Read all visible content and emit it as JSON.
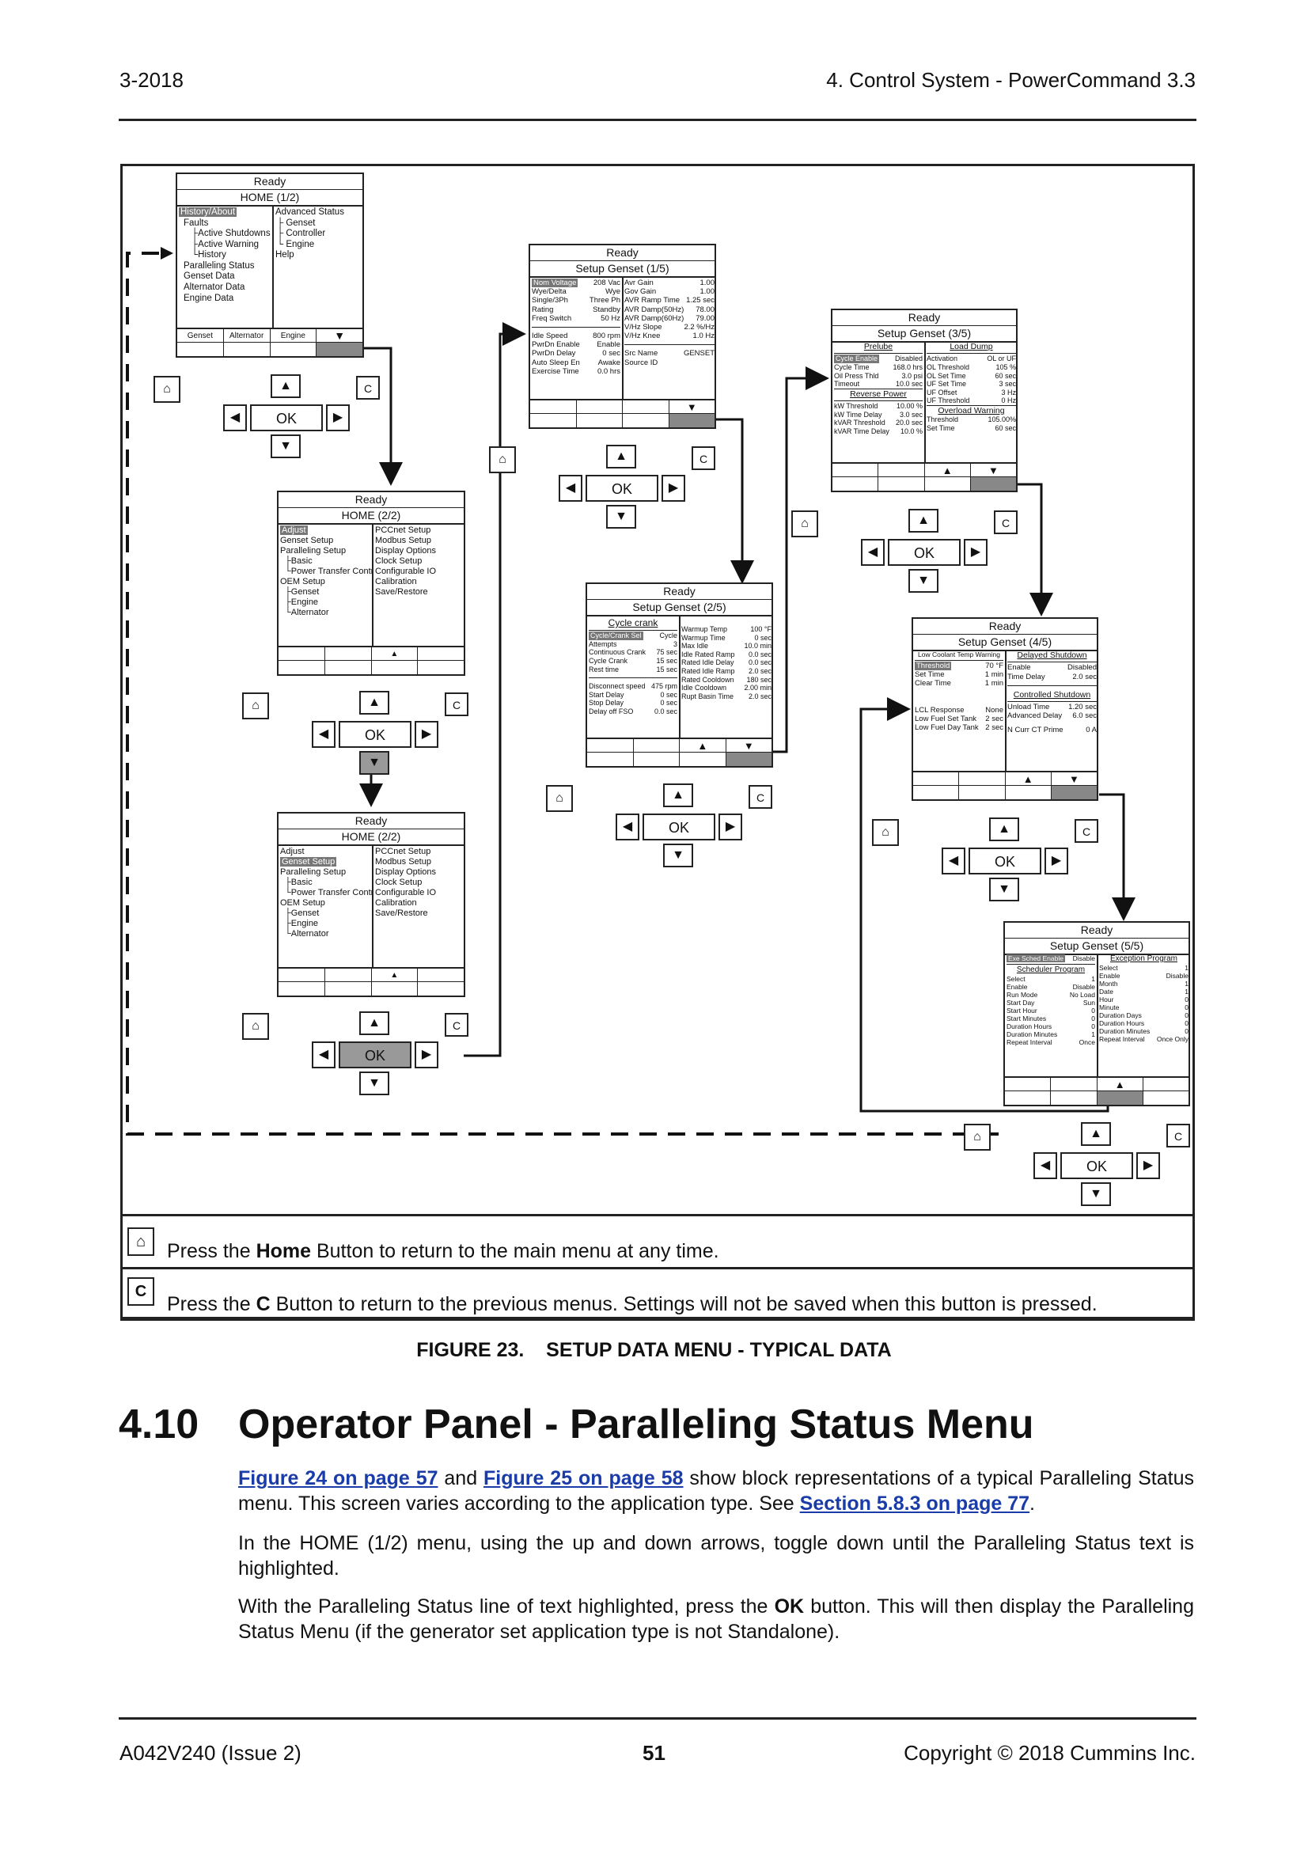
{
  "header": {
    "left": "3-2018",
    "right": "4. Control System - PowerCommand 3.3"
  },
  "panels": {
    "home1": {
      "status": "Ready",
      "title": "HOME (1/2)",
      "left": [
        "History/About",
        "Faults",
        "Active Shutdowns",
        "Active Warning",
        "History",
        "Paralleling Status",
        "Genset Data",
        "Alternator Data",
        "Engine Data"
      ],
      "right": [
        "Advanced Status",
        "Genset",
        "Controller",
        "Engine",
        "Help"
      ],
      "softkeys": [
        "Genset",
        "Alternator",
        "Engine",
        "▼"
      ]
    },
    "home2a": {
      "status": "Ready",
      "title": "HOME (2/2)",
      "left": [
        "Adjust",
        "Genset Setup",
        "Paralleling Setup",
        "Basic",
        "Power Transfer Control",
        "OEM Setup",
        "Genset",
        "Engine",
        "Alternator"
      ],
      "right": [
        "PCCnet Setup",
        "Modbus Setup",
        "Display Options",
        "Clock Setup",
        "Configurable IO",
        "Calibration",
        "Save/Restore"
      ],
      "softkeys": [
        "",
        "",
        "▲",
        ""
      ]
    },
    "home2b": {
      "status": "Ready",
      "title": "HOME (2/2)",
      "left": [
        "Adjust",
        "Genset Setup",
        "Paralleling Setup",
        "Basic",
        "Power Transfer Control",
        "OEM Setup",
        "Genset",
        "Engine",
        "Alternator"
      ],
      "right": [
        "PCCnet Setup",
        "Modbus Setup",
        "Display Options",
        "Clock Setup",
        "Configurable IO",
        "Calibration",
        "Save/Restore"
      ],
      "softkeys": [
        "",
        "",
        "▲",
        ""
      ]
    },
    "setup1": {
      "status": "Ready",
      "title": "Setup Genset (1/5)",
      "left": [
        [
          "Nom Voltage",
          "208 Vac"
        ],
        [
          "Wye/Delta",
          "Wye"
        ],
        [
          "Single/3Ph",
          "Three Ph"
        ],
        [
          "Rating",
          "Standby"
        ],
        [
          "Freq Switch",
          "50 Hz"
        ],
        [
          "Idle Speed",
          "800 rpm"
        ],
        [
          "PwrDn Enable",
          "Enable"
        ],
        [
          "PwrDn Delay",
          "0 sec"
        ],
        [
          "Auto Sleep En",
          "Awake"
        ],
        [
          "Exercise Time",
          "0.0 hrs"
        ]
      ],
      "right": [
        [
          "Avr Gain",
          "1.00"
        ],
        [
          "Gov Gain",
          "1.00"
        ],
        [
          "AVR Ramp Time",
          "1.25 sec"
        ],
        [
          "AVR Damp(50Hz)",
          "78.00"
        ],
        [
          "AVR Damp(60Hz)",
          "79.00"
        ],
        [
          "V/Hz Slope",
          "2.2 %/Hz"
        ],
        [
          "V/Hz Knee",
          "1.0 Hz"
        ],
        [
          "Src Name",
          "GENSET"
        ],
        [
          "Source ID",
          ""
        ]
      ],
      "softkeys": [
        "",
        "",
        "",
        "▼"
      ]
    },
    "setup2": {
      "status": "Ready",
      "title": "Setup Genset (2/5)",
      "sub": "Cycle crank",
      "left": [
        [
          "Cycle/Crank Sel",
          "Cycle"
        ],
        [
          "Attempts",
          "3"
        ],
        [
          "Continuous Crank",
          "75 sec"
        ],
        [
          "Cycle Crank",
          "15 sec"
        ],
        [
          "Rest time",
          "15 sec"
        ],
        [
          "Disconnect speed",
          "475 rpm"
        ],
        [
          "Start Delay",
          "0 sec"
        ],
        [
          "Stop Delay",
          "0 sec"
        ],
        [
          "Delay off FSO",
          "0.0 sec"
        ]
      ],
      "right": [
        [
          "Warmup Temp",
          "100 °F"
        ],
        [
          "Warmup Time",
          "0 sec"
        ],
        [
          "Max Idle",
          "10.0 min"
        ],
        [
          "Idle Rated Ramp",
          "0.0 sec"
        ],
        [
          "Rated Idle Delay",
          "0.0 sec"
        ],
        [
          "Rated Idle Ramp",
          "2.0 sec"
        ],
        [
          "Rated Cooldown",
          "180 sec"
        ],
        [
          "Idle Cooldown",
          "2.00 min"
        ],
        [
          "Rupt Basin Time",
          "2.0 sec"
        ]
      ],
      "softkeys": [
        "",
        "",
        "▲",
        "▼"
      ]
    },
    "setup3": {
      "status": "Ready",
      "title": "Setup Genset (3/5)",
      "subl": "Prelube",
      "subr": "Load Dump",
      "subl2": "Reverse Power",
      "subr2": "Overload Warning",
      "left": [
        [
          "Cycle Enable",
          "Disabled"
        ],
        [
          "Cycle Time",
          "168.0 hrs"
        ],
        [
          "Oil Press Thld",
          "3.0 psi"
        ],
        [
          "Timeout",
          "10.0 sec"
        ],
        [
          "kW Threshold",
          "10.00 %"
        ],
        [
          "kW Time Delay",
          "3.0 sec"
        ],
        [
          "kVAR Threshold",
          "20.0 sec"
        ],
        [
          "kVAR Time Delay",
          "10.0 %"
        ]
      ],
      "right": [
        [
          "Activation",
          "OL or UF"
        ],
        [
          "OL Threshold",
          "105 %"
        ],
        [
          "OL Set Time",
          "60 sec"
        ],
        [
          "UF Set Time",
          "3 sec"
        ],
        [
          "UF Offset",
          "3 Hz"
        ],
        [
          "UF Threshold",
          "0 Hz"
        ],
        [
          "Threshold",
          "105.00%"
        ],
        [
          "Set Time",
          "60 sec"
        ]
      ],
      "softkeys": [
        "",
        "",
        "▲",
        "▼"
      ]
    },
    "setup4": {
      "status": "Ready",
      "title": "Setup Genset (4/5)",
      "subl": "Low Coolant Temp Warning",
      "subr": "Delayed Shutdown",
      "subr2": "Controlled Shutdown",
      "left": [
        [
          "Threshold",
          "70 °F"
        ],
        [
          "Set Time",
          "1 min"
        ],
        [
          "Clear Time",
          "1 min"
        ],
        [
          "LCL Response",
          "None"
        ],
        [
          "Low Fuel Set Tank",
          "2 sec"
        ],
        [
          "Low Fuel Day Tank",
          "2 sec"
        ]
      ],
      "right": [
        [
          "Enable",
          "Disabled"
        ],
        [
          "Time Delay",
          "2.0 sec"
        ],
        [
          "Unload Time",
          "1.20 sec"
        ],
        [
          "Advanced Delay",
          "6.0 sec"
        ],
        [
          "N Curr CT Prime",
          "0 A"
        ]
      ],
      "softkeys": [
        "",
        "",
        "▲",
        "▼"
      ]
    },
    "setup5": {
      "status": "Ready",
      "title": "Setup Genset (5/5)",
      "top": [
        "Exe Sched Enable",
        "Disable"
      ],
      "subl": "Scheduler Program",
      "subr": "Exception Program",
      "left": [
        [
          "Select",
          "1"
        ],
        [
          "Enable",
          "Disable"
        ],
        [
          "Run Mode",
          "No Load"
        ],
        [
          "Start Day",
          "Sun"
        ],
        [
          "Start Hour",
          "0"
        ],
        [
          "Start Minutes",
          "0"
        ],
        [
          "Duration Hours",
          "0"
        ],
        [
          "Duration Minutes",
          "1"
        ],
        [
          "Repeat Interval",
          "Once"
        ]
      ],
      "right": [
        [
          "Select",
          "1"
        ],
        [
          "Enable",
          "Disable"
        ],
        [
          "Month",
          "1"
        ],
        [
          "Date",
          "1"
        ],
        [
          "Hour",
          "0"
        ],
        [
          "Minute",
          "0"
        ],
        [
          "Duration Days",
          "0"
        ],
        [
          "Duration Hours",
          "0"
        ],
        [
          "Duration Minutes",
          "0"
        ],
        [
          "Repeat Interval",
          "Once Only"
        ]
      ],
      "softkeys": [
        "",
        "",
        "▲",
        ""
      ]
    }
  },
  "keypad": {
    "ok": "OK",
    "c": "C",
    "home": "⌂",
    "up": "▲",
    "down": "▼",
    "left": "◀",
    "right": "▶"
  },
  "legend": {
    "home": {
      "pre": "Press the ",
      "bold": "Home",
      "post": " Button to return to the main menu at any time."
    },
    "c": {
      "icon": "C",
      "pre": "Press the ",
      "bold": "C",
      "post": " Button to return to the previous menus. Settings will not be saved when this button is pressed."
    }
  },
  "caption": "FIGURE 23.    SETUP DATA MENU - TYPICAL DATA",
  "section": {
    "num": "4.10",
    "title": "Operator Panel - Paralleling Status Menu"
  },
  "paragraphs": {
    "p1": {
      "link1": "Figure 24 on page 57",
      "and": " and ",
      "link2": "Figure 25 on page 58",
      "t1": " show block representations of a typical Paralleling Status menu. This screen varies according to the application type. See ",
      "link3": "Section 5.8.3 on page 77",
      "t2": "."
    },
    "p2": "In the HOME (1/2) menu, using the up and down arrows, toggle down until the Paralleling Status text is highlighted.",
    "p3": {
      "t1": "With the Paralleling Status line of text highlighted, press the ",
      "bold": "OK",
      "t2": " button. This will then display the Paralleling Status Menu (if the generator set application type is not Standalone)."
    }
  },
  "footer": {
    "left": "A042V240 (Issue 2)",
    "center": "51",
    "right": "Copyright © 2018 Cummins Inc."
  }
}
